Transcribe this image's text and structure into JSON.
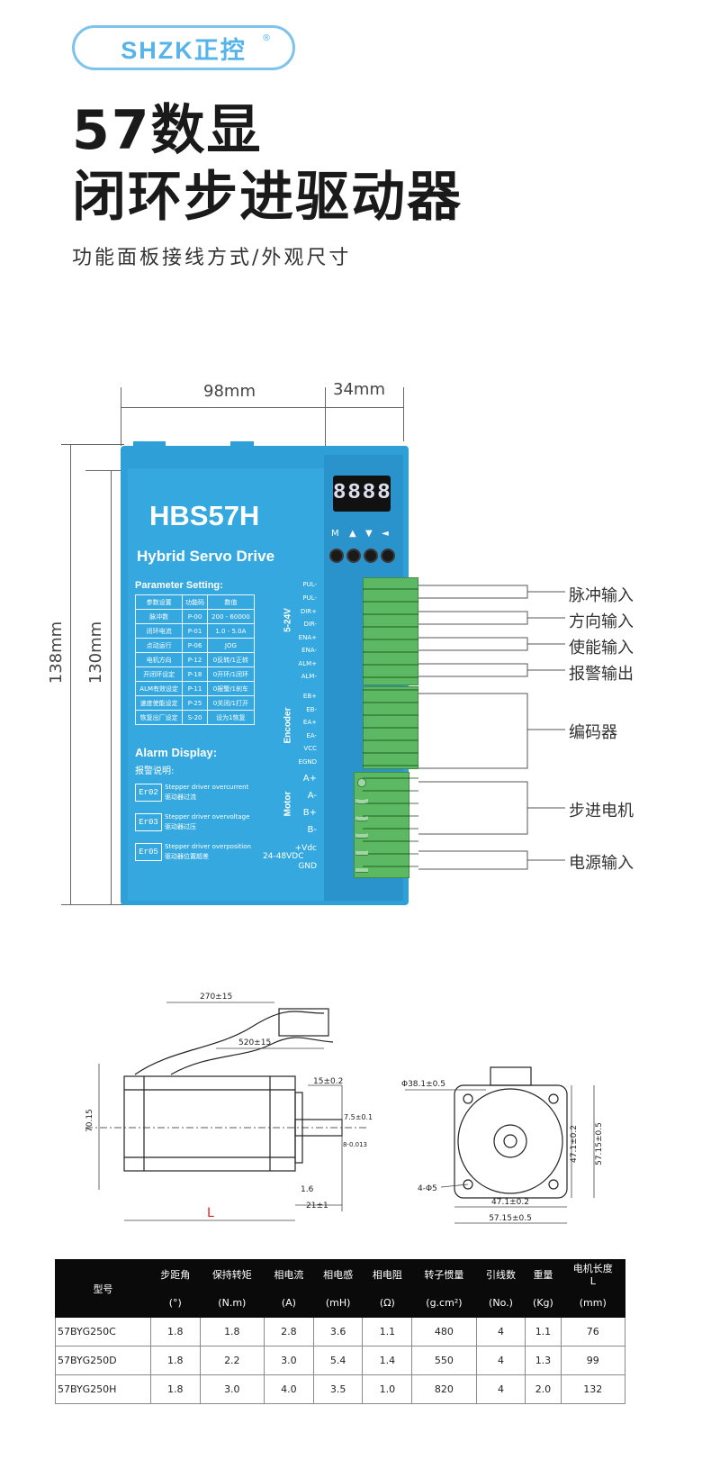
{
  "logo": {
    "text": "SHZK正控",
    "reg": "®"
  },
  "title": {
    "line1": "57数显",
    "line2": "闭环步进驱动器"
  },
  "subtitle": "功能面板接线方式/外观尺寸",
  "dimensions": {
    "width": "98mm",
    "depth": "34mm",
    "height_outer": "138mm",
    "height_inner": "130mm"
  },
  "driver": {
    "model": "HBS57H",
    "subtitle": "Hybrid Servo Drive",
    "param_heading": "Parameter Setting:",
    "param_table": {
      "headers": [
        "参数设置",
        "功能码",
        "数值"
      ],
      "rows": [
        [
          "脉冲数",
          "P-00",
          "200 - 60000"
        ],
        [
          "闭环电流",
          "P-01",
          "1.0 - 5.0A"
        ],
        [
          "点动运行",
          "P-06",
          "JOG"
        ],
        [
          "电机方向",
          "P-12",
          "0反转/1正转"
        ],
        [
          "开闭环设定",
          "P-18",
          "0开环/1闭环"
        ],
        [
          "ALM有效设定",
          "P-11",
          "0报警/1刹车"
        ],
        [
          "速度使能设定",
          "P-25",
          "0关闭/1打开"
        ],
        [
          "恢复出厂设定",
          "S-20",
          "设为1恢复"
        ]
      ]
    },
    "alarm_heading": "Alarm Display:",
    "alarm_heading_cn": "报警说明:",
    "alarms": [
      {
        "code": "Er02",
        "en": "Stepper driver  overcurrent",
        "cn": "驱动器过流"
      },
      {
        "code": "Er03",
        "en": "Stepper driver  overvoltage",
        "cn": "驱动器过压"
      },
      {
        "code": "Er05",
        "en": "Stepper driver overposition",
        "cn": "驱动器位置超差"
      }
    ],
    "display_value": "8888",
    "buttons": [
      "M",
      "▲",
      "▼",
      "◄"
    ],
    "pins_signal": [
      "PUL-",
      "PUL-",
      "DIR+",
      "DIR-",
      "ENA+",
      "ENA-",
      "ALM+",
      "ALM-"
    ],
    "label_signal": "5-24V",
    "pins_encoder": [
      "EB+",
      "EB-",
      "EA+",
      "EA-",
      "VCC",
      "EGND"
    ],
    "label_encoder": "Encoder",
    "pins_motor": [
      "A+",
      "A-",
      "B+",
      "B-"
    ],
    "label_motor": "Motor",
    "pins_power": [
      "+Vdc",
      "GND"
    ],
    "label_power": "24-48VDC"
  },
  "callouts": [
    "脉冲输入",
    "方向输入",
    "使能输入",
    "报警输出",
    "编码器",
    "步进电机",
    "电源输入"
  ],
  "motor_drawing": {
    "dims": [
      "270±15",
      "520±15",
      "15±0.2",
      "7.5±0.1",
      "8-0.013",
      "70.15",
      "1.6",
      "21±1",
      "L"
    ],
    "front_dims": [
      "Φ38.1±0.5",
      "47.1±0.2",
      "57.15±0.5",
      "4-Φ5",
      "47.1±0.2",
      "57.15±0.5"
    ]
  },
  "spec_table": {
    "headers_top": [
      "型号",
      "步距角",
      "保持转矩",
      "相电流",
      "相电感",
      "相电阻",
      "转子惯量",
      "引线数",
      "重量",
      "电机长度"
    ],
    "headers_bottom": [
      "",
      "(°)",
      "(N.m)",
      "(A)",
      "(mH)",
      "(Ω)",
      "(g.cm²)",
      "(No.)",
      "(Kg)",
      "(mm)"
    ],
    "length_L": "L",
    "rows": [
      [
        "57BYG250C",
        "1.8",
        "1.8",
        "2.8",
        "3.6",
        "1.1",
        "480",
        "4",
        "1.1",
        "76"
      ],
      [
        "57BYG250D",
        "1.8",
        "2.2",
        "3.0",
        "5.4",
        "1.4",
        "550",
        "4",
        "1.3",
        "99"
      ],
      [
        "57BYG250H",
        "1.8",
        "3.0",
        "4.0",
        "3.5",
        "1.0",
        "820",
        "4",
        "2.0",
        "132"
      ]
    ]
  }
}
